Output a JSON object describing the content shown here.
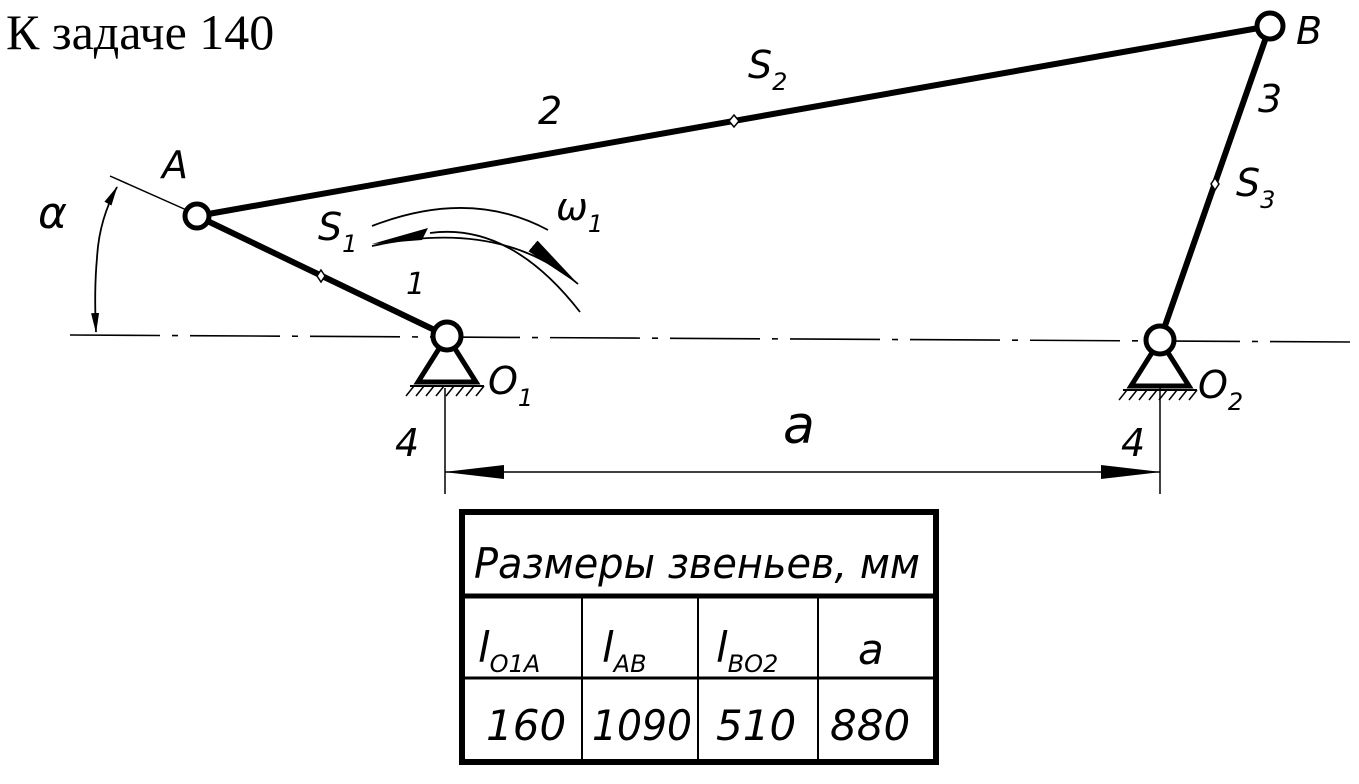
{
  "title": "К задаче 140",
  "labels": {
    "alpha": "α",
    "A": "A",
    "B": "B",
    "S": "S",
    "S1_sub": "1",
    "S2_sub": "2",
    "S3_sub": "3",
    "omega": "ω",
    "omega_sub": "1",
    "link1": "1",
    "link2": "2",
    "link3": "3",
    "O": "O",
    "O1_sub": "1",
    "O2_sub": "2",
    "ground_left": "4",
    "ground_right": "4",
    "dim_a": "a"
  },
  "table": {
    "header": "Размеры звеньев, мм",
    "columns": [
      {
        "main": "l",
        "sub": "O1A"
      },
      {
        "main": "l",
        "sub": "AB"
      },
      {
        "main": "l",
        "sub": "BO2"
      },
      {
        "main": "a",
        "sub": ""
      }
    ],
    "values": [
      "160",
      "1090",
      "510",
      "880"
    ]
  },
  "colors": {
    "ink": "#000000",
    "paper": "#ffffff"
  }
}
